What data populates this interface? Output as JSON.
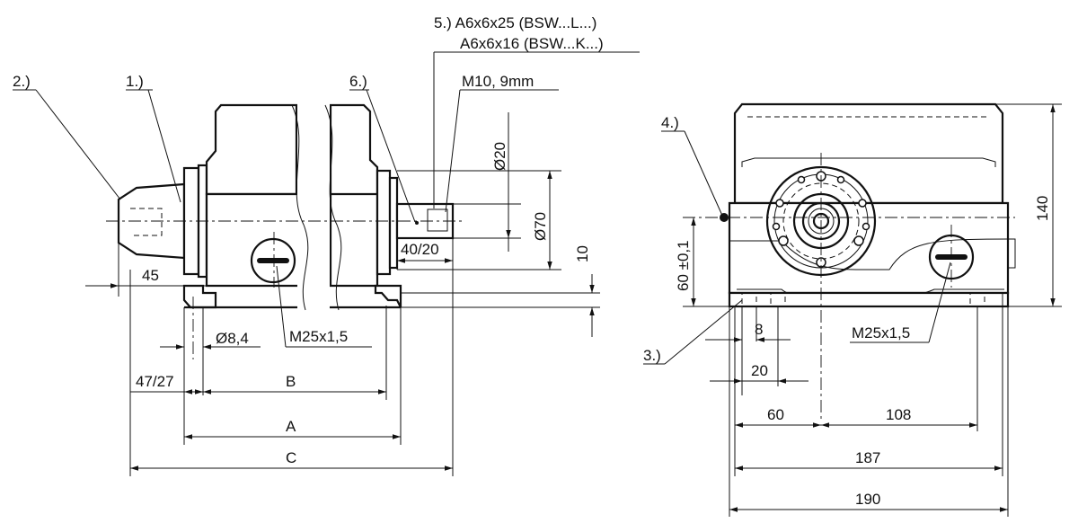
{
  "callouts": {
    "c1": "1.)",
    "c2": "2.)",
    "c3": "3.)",
    "c4": "4.)",
    "c5_line1": "5.) A6x6x25 (BSW...L...)",
    "c5_line2": "A6x6x16 (BSW...K...)",
    "c6": "6.)",
    "thread_shaft": "M10, 9mm"
  },
  "side_view": {
    "dia_shaft": "Ø20",
    "dia_flange": "Ø70",
    "shaft_len": "40/20",
    "dim_10": "10",
    "dim_45": "45",
    "hole_dia": "Ø8,4",
    "cable_gland": "M25x1,5",
    "dim_47_27": "47/27",
    "dim_B": "B",
    "dim_A": "A",
    "dim_C": "C"
  },
  "front_view": {
    "height_140": "140",
    "axis_height": "60 ±0,1",
    "cable_gland": "M25x1,5",
    "dim_8": "8",
    "dim_20": "20",
    "dim_60": "60",
    "dim_108": "108",
    "dim_187": "187",
    "dim_190": "190"
  }
}
